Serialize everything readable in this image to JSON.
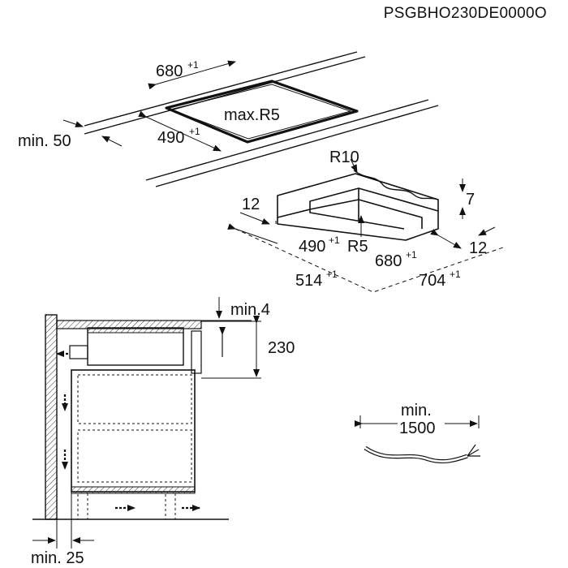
{
  "document_code": "PSGBHO230DE0000O",
  "cutout": {
    "width": "680",
    "width_tol": "+1",
    "depth": "490",
    "depth_tol": "+1",
    "corner_radius": "max.R5",
    "min_front": "min. 50"
  },
  "frame": {
    "outer_radius": "R10",
    "rim_left": "12",
    "rim_right": "12",
    "height": "7",
    "inner_radius": "R5",
    "inner_depth": "490",
    "inner_depth_tol": "+1",
    "inner_width": "680",
    "inner_width_tol": "+1",
    "outer_depth": "514",
    "outer_depth_tol": "+1",
    "outer_width": "704",
    "outer_width_tol": "+1"
  },
  "section": {
    "gap": "min.4",
    "height": "230",
    "wall_gap": "min. 25"
  },
  "cable": {
    "min_label": "min.",
    "length": "1500"
  }
}
